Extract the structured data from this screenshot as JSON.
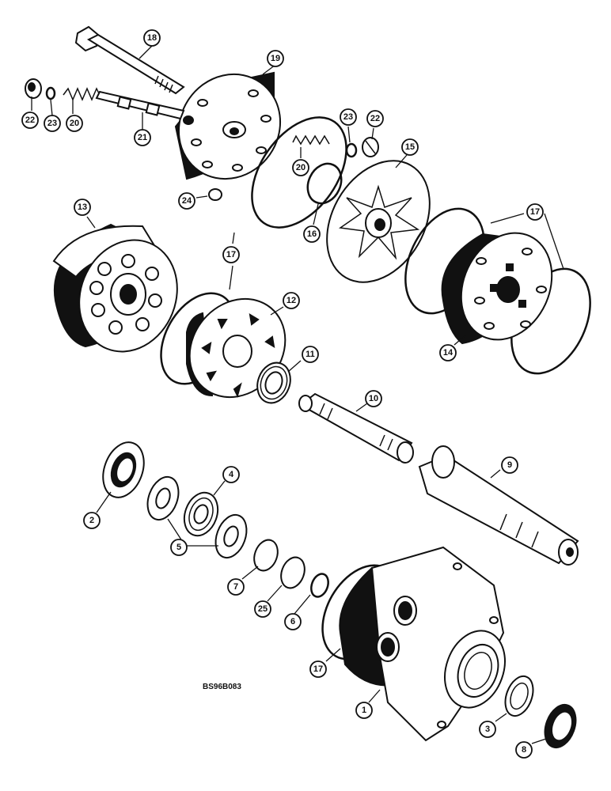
{
  "figure_code": "BS96B083",
  "callouts": [
    {
      "label": "18"
    },
    {
      "label": "19"
    },
    {
      "label": "22"
    },
    {
      "label": "23"
    },
    {
      "label": "20"
    },
    {
      "label": "21"
    },
    {
      "label": "23"
    },
    {
      "label": "22"
    },
    {
      "label": "20"
    },
    {
      "label": "15"
    },
    {
      "label": "24"
    },
    {
      "label": "16"
    },
    {
      "label": "13"
    },
    {
      "label": "17"
    },
    {
      "label": "17"
    },
    {
      "label": "12"
    },
    {
      "label": "14"
    },
    {
      "label": "11"
    },
    {
      "label": "10"
    },
    {
      "label": "9"
    },
    {
      "label": "4"
    },
    {
      "label": "2"
    },
    {
      "label": "5"
    },
    {
      "label": "7"
    },
    {
      "label": "25"
    },
    {
      "label": "6"
    },
    {
      "label": "17"
    },
    {
      "label": "1"
    },
    {
      "label": "3"
    },
    {
      "label": "8"
    }
  ]
}
